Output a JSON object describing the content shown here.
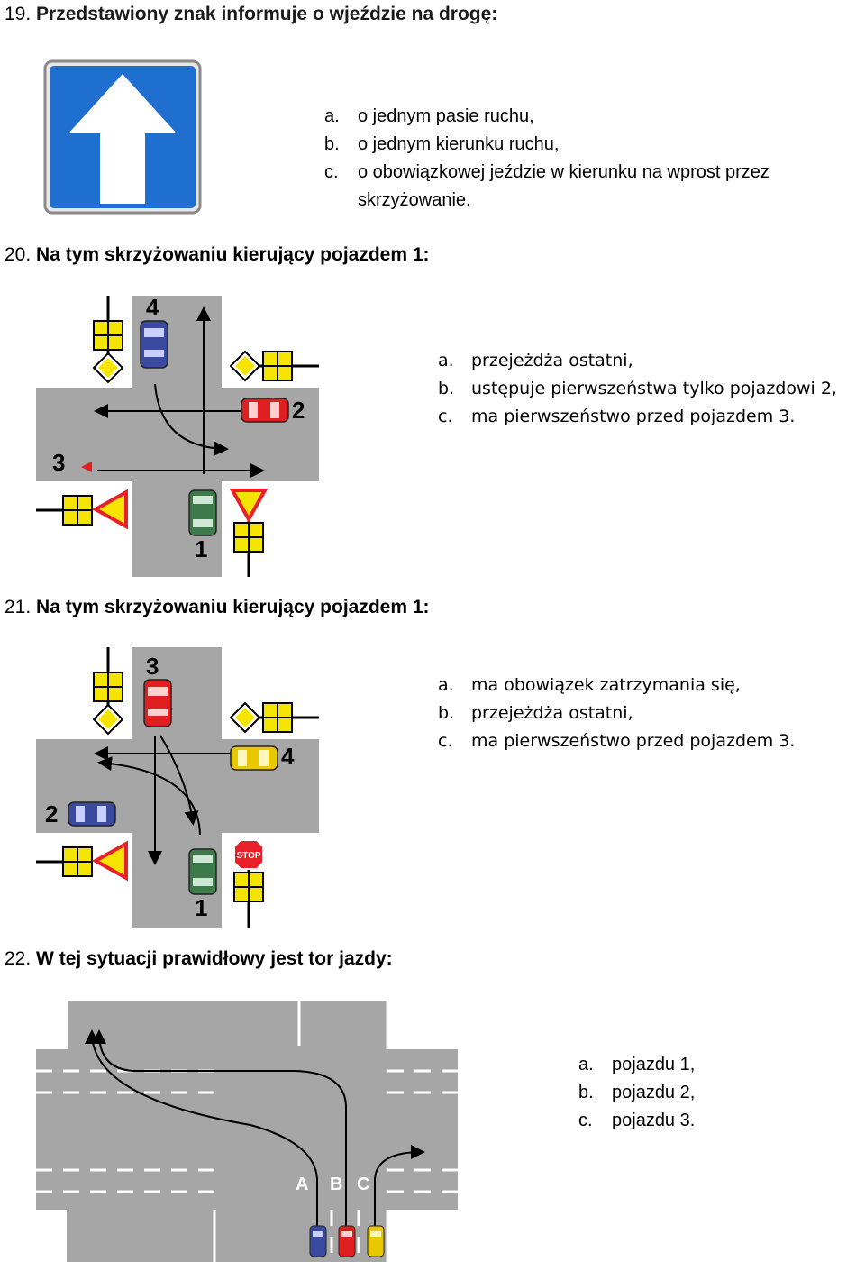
{
  "questions": [
    {
      "number": "19.",
      "text": "Przedstawiony znak informuje o wjeździe na drogę:",
      "answers": [
        {
          "letter": "a.",
          "text": "o jednym pasie ruchu,"
        },
        {
          "letter": "b.",
          "text": "o jednym kierunku ruchu,"
        },
        {
          "letter": "c.",
          "text": "o obowiązkowej jeździe w kierunku na wprost przez"
        },
        {
          "letter": "",
          "text": "skrzyżowanie."
        }
      ]
    },
    {
      "number": "20.",
      "text": "Na tym skrzyżowaniu kierujący pojazdem 1:",
      "answers": [
        {
          "letter": "a.",
          "text": "przejeżdża ostatni,"
        },
        {
          "letter": "b.",
          "text": "ustępuje pierwszeństwa tylko pojazdowi 2,"
        },
        {
          "letter": "c.",
          "text": "ma pierwszeństwo przed pojazdem 3."
        }
      ],
      "vehicle_labels": [
        "4",
        "2",
        "3",
        "1"
      ]
    },
    {
      "number": "21.",
      "text": "Na tym skrzyżowaniu kierujący pojazdem 1:",
      "answers": [
        {
          "letter": "a.",
          "text": "ma obowiązek zatrzymania się,"
        },
        {
          "letter": "b.",
          "text": "przejeżdża ostatni,"
        },
        {
          "letter": "c.",
          "text": "ma pierwszeństwo przed pojazdem 3."
        }
      ],
      "vehicle_labels": [
        "3",
        "4",
        "2",
        "1"
      ],
      "stop_sign_text": "STOP"
    },
    {
      "number": "22.",
      "text": "W tej sytuacji prawidłowy jest tor jazdy:",
      "answers": [
        {
          "letter": "a.",
          "text": "pojazdu 1,"
        },
        {
          "letter": "b.",
          "text": "pojazdu 2,"
        },
        {
          "letter": "c.",
          "text": "pojazdu 3."
        }
      ],
      "lane_labels": [
        "A",
        "B",
        "C"
      ]
    }
  ],
  "colors": {
    "sign_blue": "#1f6fd0",
    "road_gray": "#a6a6a6",
    "sign_yellow": "#f5e400",
    "yield_red": "#e8202a",
    "car_red": "#e02020",
    "car_blue": "#3a4aa0",
    "car_green": "#3d7a4a",
    "car_yellow": "#e8c800"
  }
}
